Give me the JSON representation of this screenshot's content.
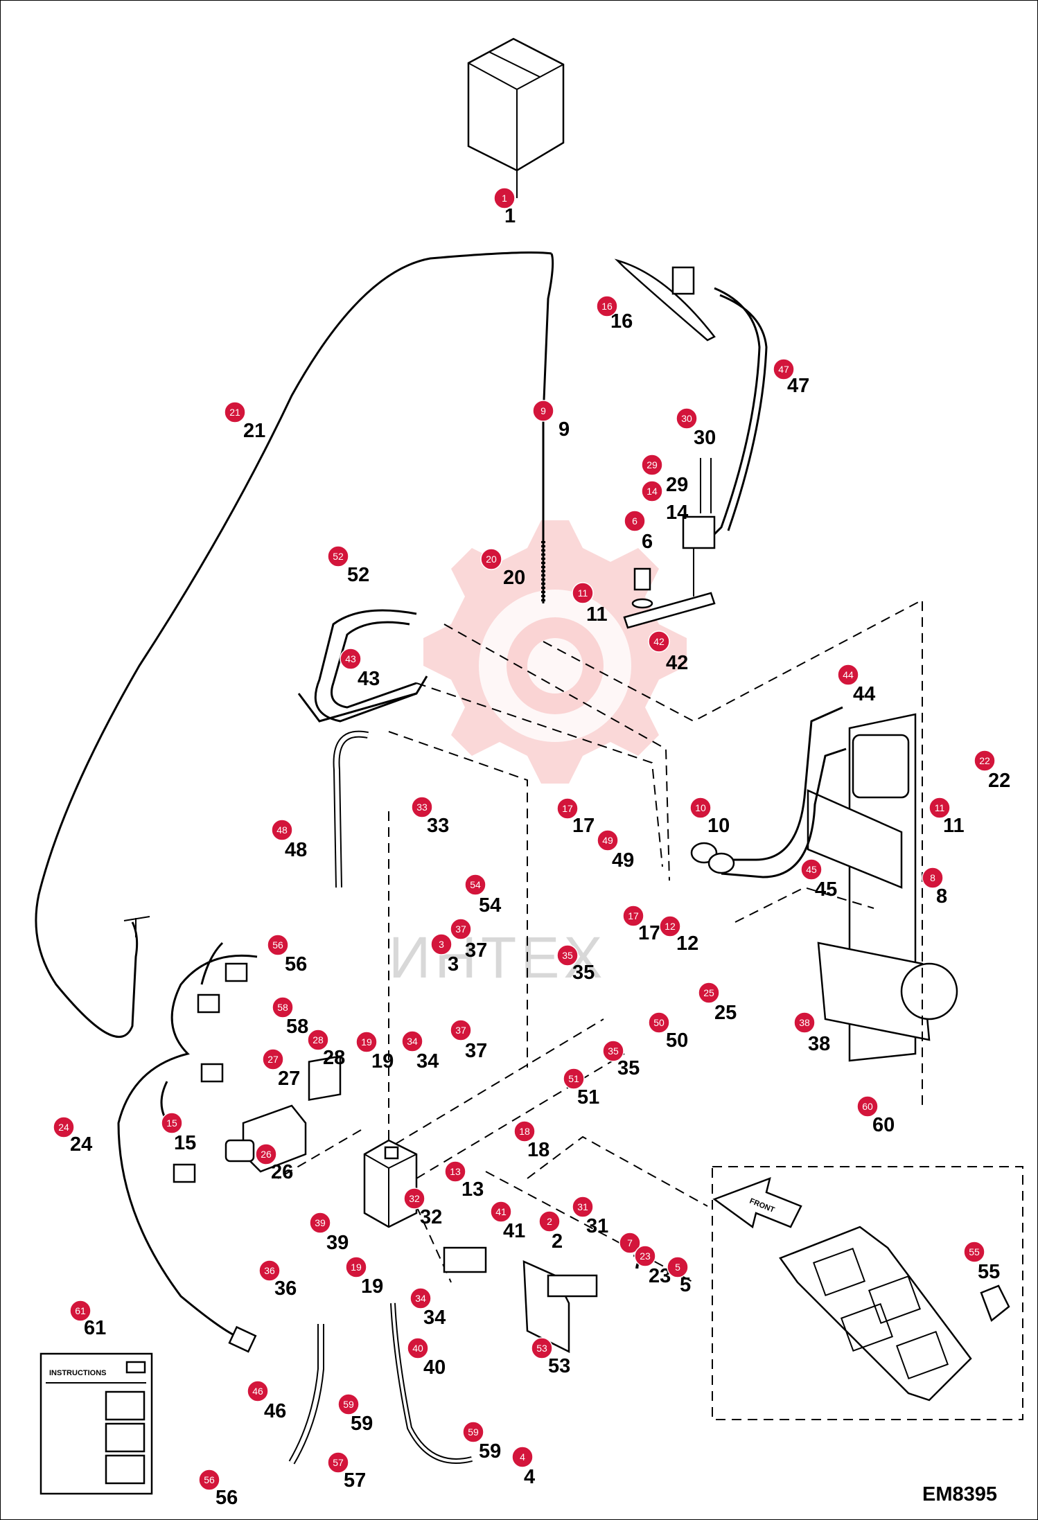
{
  "watermark": "ИНТЕХ",
  "reference_code": "EM8395",
  "instructions_card_text": "INSTRUCTIONS",
  "front_arrow_text": "FRONT",
  "callouts": [
    {
      "n": "1"
    },
    {
      "n": "16"
    },
    {
      "n": "47"
    },
    {
      "n": "21"
    },
    {
      "n": "9"
    },
    {
      "n": "30"
    },
    {
      "n": "29"
    },
    {
      "n": "14"
    },
    {
      "n": "6"
    },
    {
      "n": "20"
    },
    {
      "n": "52"
    },
    {
      "n": "11"
    },
    {
      "n": "42"
    },
    {
      "n": "43"
    },
    {
      "n": "44"
    },
    {
      "n": "22"
    },
    {
      "n": "11"
    },
    {
      "n": "33"
    },
    {
      "n": "10"
    },
    {
      "n": "17"
    },
    {
      "n": "48"
    },
    {
      "n": "49"
    },
    {
      "n": "45"
    },
    {
      "n": "8"
    },
    {
      "n": "54"
    },
    {
      "n": "17"
    },
    {
      "n": "12"
    },
    {
      "n": "37"
    },
    {
      "n": "3"
    },
    {
      "n": "35"
    },
    {
      "n": "56"
    },
    {
      "n": "25"
    },
    {
      "n": "58"
    },
    {
      "n": "37"
    },
    {
      "n": "50"
    },
    {
      "n": "38"
    },
    {
      "n": "28"
    },
    {
      "n": "19"
    },
    {
      "n": "34"
    },
    {
      "n": "35"
    },
    {
      "n": "27"
    },
    {
      "n": "51"
    },
    {
      "n": "24"
    },
    {
      "n": "15"
    },
    {
      "n": "18"
    },
    {
      "n": "60"
    },
    {
      "n": "26"
    },
    {
      "n": "13"
    },
    {
      "n": "32"
    },
    {
      "n": "41"
    },
    {
      "n": "39"
    },
    {
      "n": "2"
    },
    {
      "n": "31"
    },
    {
      "n": "7"
    },
    {
      "n": "23"
    },
    {
      "n": "5"
    },
    {
      "n": "55"
    },
    {
      "n": "19"
    },
    {
      "n": "36"
    },
    {
      "n": "34"
    },
    {
      "n": "61"
    },
    {
      "n": "53"
    },
    {
      "n": "40"
    },
    {
      "n": "46"
    },
    {
      "n": "59"
    },
    {
      "n": "59"
    },
    {
      "n": "4"
    },
    {
      "n": "57"
    },
    {
      "n": "56"
    }
  ]
}
